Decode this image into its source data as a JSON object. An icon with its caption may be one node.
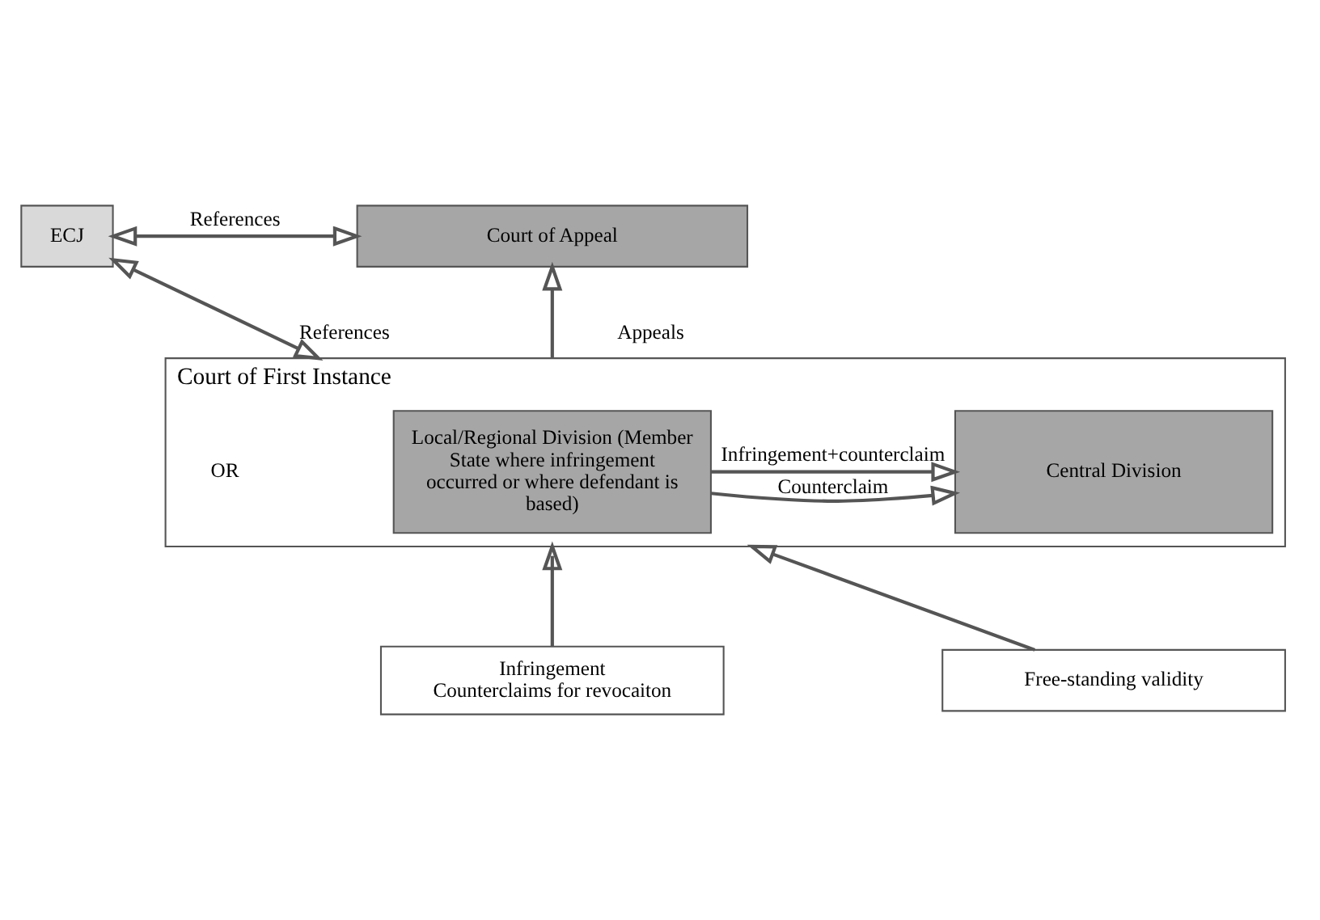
{
  "diagram": {
    "nodes": [
      {
        "text": [
          "ECJ"
        ]
      },
      {
        "text": [
          "Court of Appeal"
        ]
      },
      {
        "text": [
          "Court of First Instance"
        ]
      },
      {
        "text": [
          "Local/Regional Division (Member State where infringement occurred or where defendant is based)"
        ],
        "in": 2
      },
      {
        "text": [
          "Central Division"
        ],
        "in": 2
      },
      {
        "text": [
          "Infringement",
          "Counterclaims for revocaiton"
        ]
      },
      {
        "text": [
          "Free-standing validity"
        ]
      }
    ],
    "edges": [
      {
        "from": 0,
        "to": 1,
        "arrow": "both",
        "label": "References"
      },
      {
        "from": 0,
        "to": 2,
        "arrow": "both",
        "label": "References"
      },
      {
        "from": 2,
        "to": 1,
        "arrow": "to",
        "label": "Appeals"
      },
      {
        "from": 3,
        "to": 4,
        "arrow": "to",
        "label": "Counterclaim"
      },
      {
        "from": 3,
        "to": 4,
        "arrow": "to",
        "label": "Infringement+counterclaim"
      },
      {
        "from": 5,
        "to": 2,
        "arrow": "to"
      },
      {
        "from": 6,
        "to": 2,
        "arrow": "to"
      }
    ],
    "labels": [
      "OR"
    ]
  }
}
